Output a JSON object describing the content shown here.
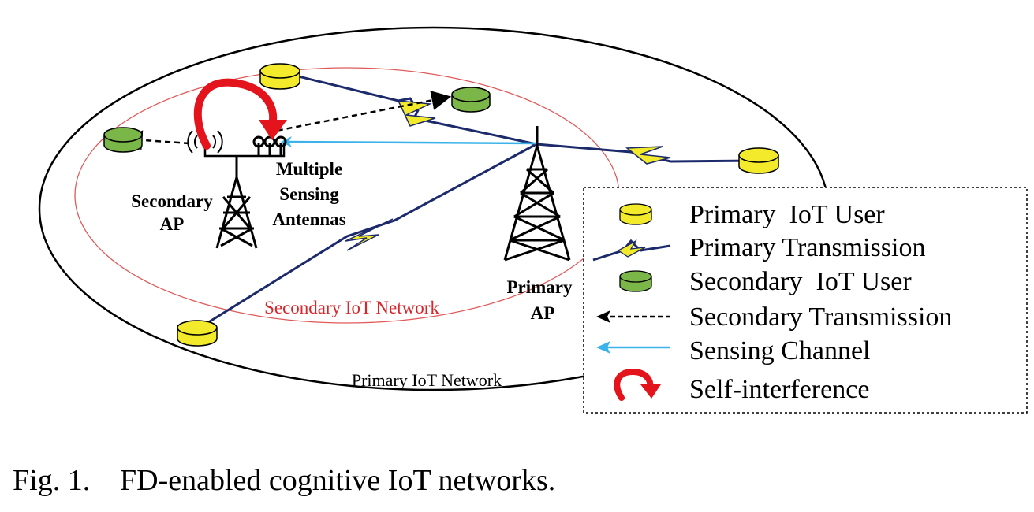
{
  "diagram": {
    "labels": {
      "secondary_ap_line1": "Secondary",
      "secondary_ap_line2": "AP",
      "sensing_line1": "Multiple",
      "sensing_line2": "Sensing",
      "sensing_line3": "Antennas",
      "primary_ap_line1": "Primary",
      "primary_ap_line2": "AP",
      "secondary_network": "Secondary IoT Network",
      "primary_network": "Primary IoT Network"
    },
    "legend": [
      {
        "icon": "primary-user-icon",
        "label": "Primary  IoT User"
      },
      {
        "icon": "primary-transmission-icon",
        "label": "Primary Transmission"
      },
      {
        "icon": "secondary-user-icon",
        "label": "Secondary  IoT User"
      },
      {
        "icon": "secondary-transmission-icon",
        "label": "Secondary Transmission"
      },
      {
        "icon": "sensing-channel-icon",
        "label": "Sensing Channel"
      },
      {
        "icon": "self-interference-icon",
        "label": "Self-interference"
      }
    ],
    "colors": {
      "primary_user": "#f2ea2a",
      "secondary_user": "#7ab648",
      "primary_line": "#1c2a6b",
      "bolt_fill": "#f2ea2a",
      "sensing": "#3bb3ea",
      "self_interference": "#e3141b",
      "secondary_ellipse": "#e05a5a"
    }
  },
  "caption": {
    "figure": "Fig. 1.",
    "text": "FD-enabled cognitive IoT networks."
  }
}
